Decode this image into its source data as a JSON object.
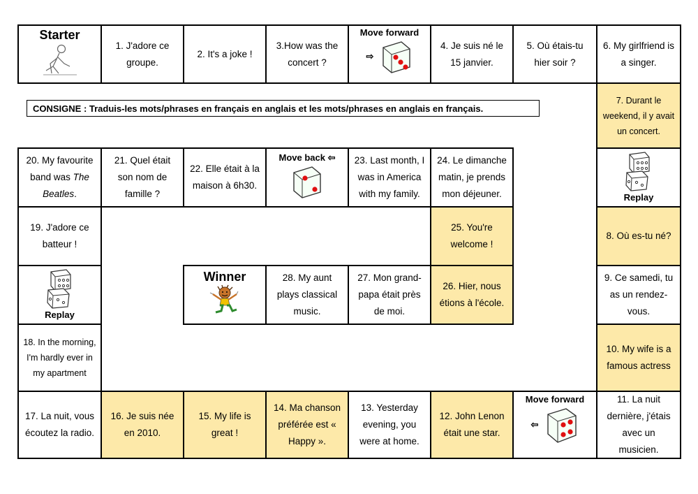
{
  "instruction": "CONSIGNE : Traduis-les mots/phrases en français en anglais et les mots/phrases en anglais en français.",
  "start": {
    "label": "Starter"
  },
  "winner": {
    "label": "Winner"
  },
  "specials": {
    "move_forward": "Move forward",
    "move_back": "Move back",
    "replay": "Replay",
    "arrow_right": "⇨",
    "arrow_left": "⇦"
  },
  "squares": {
    "s1": "1.  J'adore ce groupe.",
    "s2": "2.  It's a joke !",
    "s3": "3.How was the concert ?",
    "s4": "4.  Je suis né le 15 janvier.",
    "s5": "5.  Où étais-tu hier soir ?",
    "s6": "6.  My girlfriend is a singer.",
    "s7": "7.  Durant le weekend, il y avait un concert.",
    "s8": "8.  Où es-tu né?",
    "s9": "9.  Ce samedi, tu as un rendez-vous.",
    "s10": "10. My wife is a famous actress",
    "s11": "11. La nuit dernière, j'étais avec un musicien.",
    "s12": "12. John Lenon était une star.",
    "s13": "13. Yesterday evening, you were at home.",
    "s14": "14. Ma chanson préférée est « Happy ».",
    "s15": "15. My life is great !",
    "s16": "16. Je suis née en 2010.",
    "s17": "17. La nuit, vous écoutez la radio.",
    "s18": "18. In the morning, I'm hardly ever in my apartment",
    "s19": "19. J'adore ce batteur !",
    "s20_pre": "20. My favourite band was ",
    "s20_em": "The Beatles",
    "s20_post": ".",
    "s21": "21. Quel était son nom de famille ?",
    "s22": "22. Elle était à la maison à 6h30.",
    "s23": "23. Last month, I was in America with my family.",
    "s24": "24. Le dimanche matin, je prends mon déjeuner.",
    "s25": "25. You're welcome !",
    "s26": "26. Hier, nous étions à l'école.",
    "s27": "27. Mon grand-papa était près de moi.",
    "s28": "28. My aunt plays classical music."
  }
}
